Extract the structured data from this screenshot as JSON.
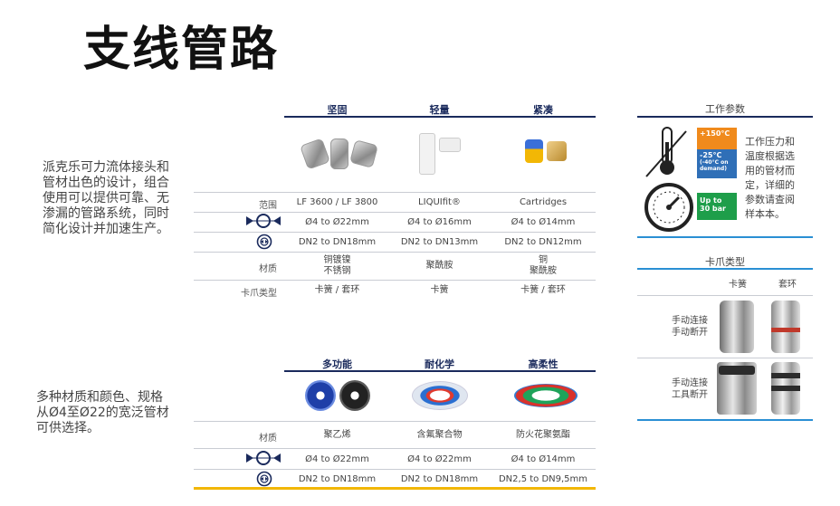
{
  "title": "支线管路",
  "desc1": [
    "派克乐可力流体接头和",
    "管材出色的设计，组合",
    "使用可以提供可靠、无",
    "渗漏的管路系统，同时",
    "简化设计并加速生产。"
  ],
  "desc2": [
    "多种材质和颜色、规格",
    "从Ø4至Ø22的宽泛管材",
    "可供选择。"
  ],
  "table1": {
    "headers": [
      "坚固",
      "轻量",
      "紧凑"
    ],
    "rows": {
      "range": {
        "label": "范围",
        "cells": [
          "LF 3600 / LF 3800",
          "LIQUIfit®",
          "Cartridges"
        ]
      },
      "od": {
        "cells": [
          "Ø4 to Ø22mm",
          "Ø4 to Ø16mm",
          "Ø4 to Ø14mm"
        ]
      },
      "dn": {
        "cells": [
          "DN2 to DN18mm",
          "DN2 to DN13mm",
          "DN2 to DN12mm"
        ]
      },
      "material": {
        "label": "材质",
        "cells": [
          [
            "铜镀镍",
            "不锈钢"
          ],
          [
            "聚酰胺"
          ],
          [
            "铜",
            "聚酰胺"
          ]
        ]
      },
      "collet": {
        "label": "卡爪类型",
        "cells": [
          "卡簧 / 套环",
          "卡簧",
          "卡簧 / 套环"
        ]
      }
    }
  },
  "table2": {
    "headers": [
      "多功能",
      "耐化学",
      "高柔性"
    ],
    "rows": {
      "material": {
        "label": "材质",
        "cells": [
          "聚乙烯",
          "含氟聚合物",
          "防火花聚氨酯"
        ]
      },
      "od": {
        "cells": [
          "Ø4 to Ø22mm",
          "Ø4 to Ø22mm",
          "Ø4 to Ø14mm"
        ]
      },
      "dn": {
        "cells": [
          "DN2 to DN18mm",
          "DN2 to DN18mm",
          "DN2,5 to DN9,5mm"
        ]
      }
    }
  },
  "work": {
    "title": "工作参数",
    "temp_hot": "+150°C",
    "temp_cold": "-25°C",
    "temp_cold_note": [
      "(-40°C on",
      "demand)"
    ],
    "pressure": [
      "Up to",
      "30 bar"
    ],
    "note": [
      "工作压力和",
      "温度根据选",
      "用的管材而",
      "定，详细的",
      "参数请查阅",
      "样本本。"
    ]
  },
  "collet": {
    "title": "卡爪类型",
    "col1": "卡簧",
    "col2": "套环",
    "row1": [
      "手动连接",
      "手动断开"
    ],
    "row2": [
      "手动连接",
      "工具断开"
    ]
  },
  "colors": {
    "navy": "#1a2a5c",
    "blue": "#2a8fd4",
    "gold": "#f2b705",
    "orange": "#f08a1c",
    "badge_blue": "#2f6fb7",
    "green": "#1e9e4a"
  }
}
